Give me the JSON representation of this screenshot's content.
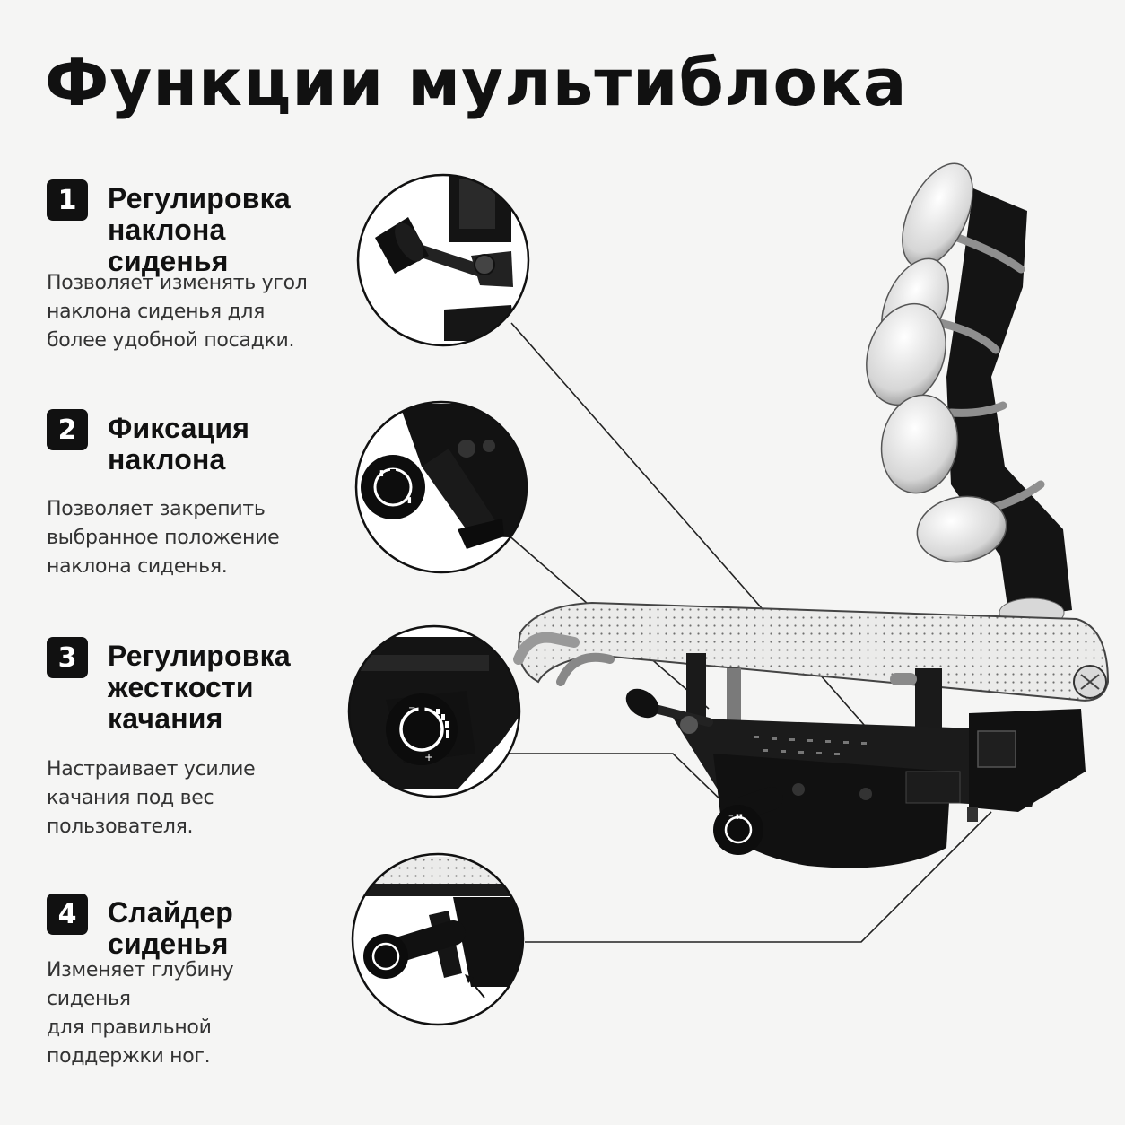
{
  "title": "Функции мультиблока",
  "features": [
    {
      "num": "1",
      "title": [
        "Регулировка",
        "наклона сиденья"
      ],
      "desc": [
        "Позволяет изменять угол",
        "наклона сиденья для",
        "более удобной посадки."
      ]
    },
    {
      "num": "2",
      "title": [
        "Фиксация",
        "наклона"
      ],
      "desc": [
        "Позволяет закрепить",
        "выбранное положение",
        "наклона сиденья."
      ]
    },
    {
      "num": "3",
      "title": [
        "Регулировка",
        "жесткости",
        "качания"
      ],
      "desc": [
        "Настраивает усилие",
        "качания под вес",
        "пользователя."
      ]
    },
    {
      "num": "4",
      "title": [
        "Слайдер сиденья"
      ],
      "desc": [
        "Изменяет глубину сиденья",
        "для правильной",
        "поддержки ног."
      ]
    }
  ],
  "colors": {
    "background": "#f5f5f4",
    "badge": "#111111",
    "text": "#111111"
  },
  "icons": [
    "chair-illustration",
    "tilt-lever-icon",
    "lock-knob-icon",
    "tension-knob-icon",
    "slider-knob-icon"
  ]
}
